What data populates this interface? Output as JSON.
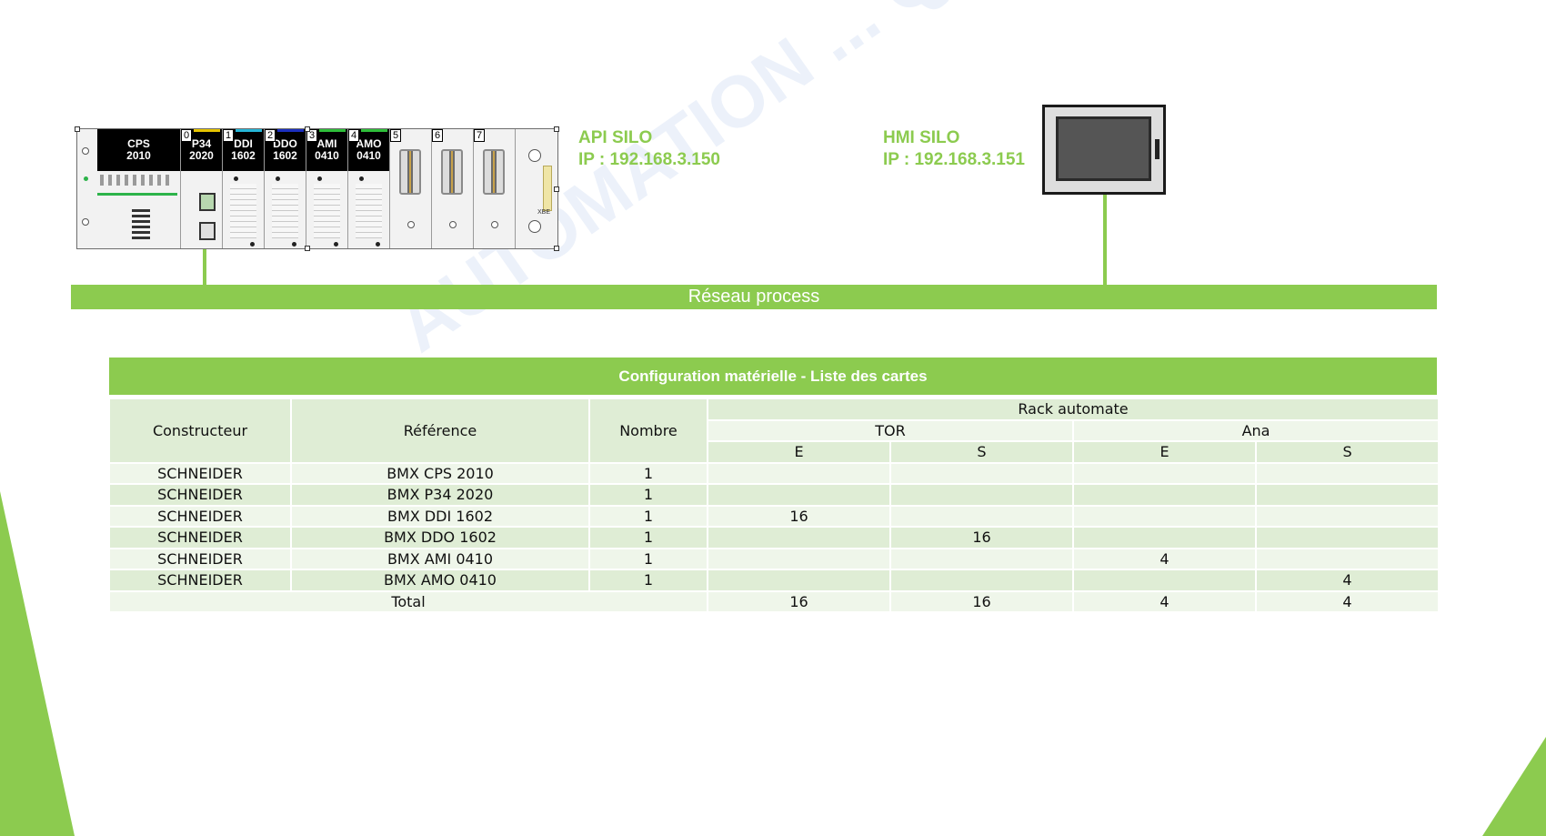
{
  "rack": {
    "modules": [
      {
        "slot": "",
        "name": "CPS",
        "sub": "2010"
      },
      {
        "slot": "0",
        "name": "P34",
        "sub": "2020"
      },
      {
        "slot": "1",
        "name": "DDI",
        "sub": "1602"
      },
      {
        "slot": "2",
        "name": "DDO",
        "sub": "1602"
      },
      {
        "slot": "3",
        "name": "AMI",
        "sub": "0410"
      },
      {
        "slot": "4",
        "name": "AMO",
        "sub": "0410"
      }
    ],
    "empty_slots": [
      "5",
      "6",
      "7"
    ],
    "end_label": "XBE"
  },
  "api": {
    "name": "API SILO",
    "ip": "IP : 192.168.3.150"
  },
  "hmi": {
    "name": "HMI SILO",
    "ip": "IP : 192.168.3.151"
  },
  "network": {
    "label": "Réseau process"
  },
  "watermark": "AUTOMATION ... QUES",
  "table": {
    "title": "Configuration matérielle - Liste des cartes",
    "headers": {
      "constructeur": "Constructeur",
      "reference": "Référence",
      "nombre": "Nombre",
      "rack": "Rack automate",
      "tor": "TOR",
      "ana": "Ana",
      "e1": "E",
      "s1": "S",
      "e2": "E",
      "s2": "S"
    },
    "rows": [
      {
        "constructeur": "SCHNEIDER",
        "reference": "BMX CPS 2010",
        "nombre": "1",
        "tor_e": "",
        "tor_s": "",
        "ana_e": "",
        "ana_s": ""
      },
      {
        "constructeur": "SCHNEIDER",
        "reference": "BMX P34 2020",
        "nombre": "1",
        "tor_e": "",
        "tor_s": "",
        "ana_e": "",
        "ana_s": ""
      },
      {
        "constructeur": "SCHNEIDER",
        "reference": "BMX DDI 1602",
        "nombre": "1",
        "tor_e": "16",
        "tor_s": "",
        "ana_e": "",
        "ana_s": ""
      },
      {
        "constructeur": "SCHNEIDER",
        "reference": "BMX DDO 1602",
        "nombre": "1",
        "tor_e": "",
        "tor_s": "16",
        "ana_e": "",
        "ana_s": ""
      },
      {
        "constructeur": "SCHNEIDER",
        "reference": "BMX AMI 0410",
        "nombre": "1",
        "tor_e": "",
        "tor_s": "",
        "ana_e": "4",
        "ana_s": ""
      },
      {
        "constructeur": "SCHNEIDER",
        "reference": "BMX AMO 0410",
        "nombre": "1",
        "tor_e": "",
        "tor_s": "",
        "ana_e": "",
        "ana_s": "4"
      }
    ],
    "total": {
      "label": "Total",
      "tor_e": "16",
      "tor_s": "16",
      "ana_e": "4",
      "ana_s": "4"
    }
  },
  "colors": {
    "accent_green": "#8ccb4f",
    "row_dark": "#dfedd5",
    "row_light": "#eff6ea"
  }
}
